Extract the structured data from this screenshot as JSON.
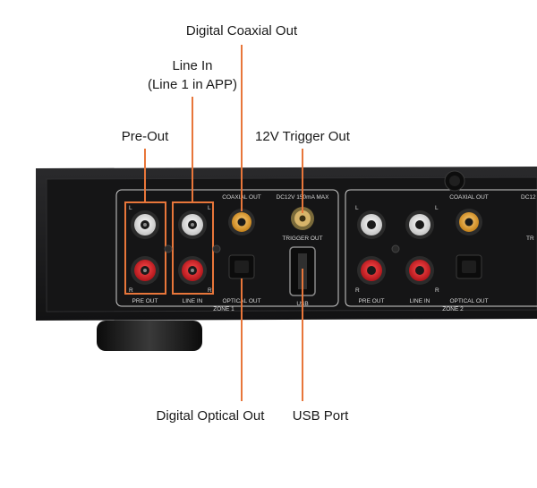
{
  "callouts": {
    "digital_coaxial_out": "Digital Coaxial Out",
    "line_in": "Line In",
    "line_in_sub": "(Line 1 in APP)",
    "pre_out": "Pre-Out",
    "trigger_out": "12V Trigger Out",
    "digital_optical_out": "Digital Optical Out",
    "usb_port": "USB Port"
  },
  "panel": {
    "zone1": {
      "coaxial_out": "COAXIAL OUT",
      "dc_label": "DC12V 150mA MAX",
      "trigger_out": "TRIGGER OUT",
      "l_left": "L",
      "l_right": "L",
      "r_left": "R",
      "r_right": "R",
      "pre_out": "PRE OUT",
      "line_in": "LINE IN",
      "optical_out": "OPTICAL OUT",
      "usb": "USB",
      "zone": "ZONE 1"
    },
    "zone2": {
      "coaxial_out": "COAXIAL OUT",
      "dc_partial": "DC12",
      "tr_partial": "TR",
      "l_left": "L",
      "l_right": "L",
      "r_left": "R",
      "r_right": "R",
      "pre_out": "PRE OUT",
      "line_in": "LINE IN",
      "optical_out": "OPTICAL OUT",
      "zone": "ZONE 2"
    }
  },
  "colors": {
    "accent_orange": "#e8763a",
    "chassis": "#1d1d1f",
    "rca_white": "#eeeeee",
    "rca_red": "#d61f26",
    "rca_gold": "#e5a22a"
  }
}
